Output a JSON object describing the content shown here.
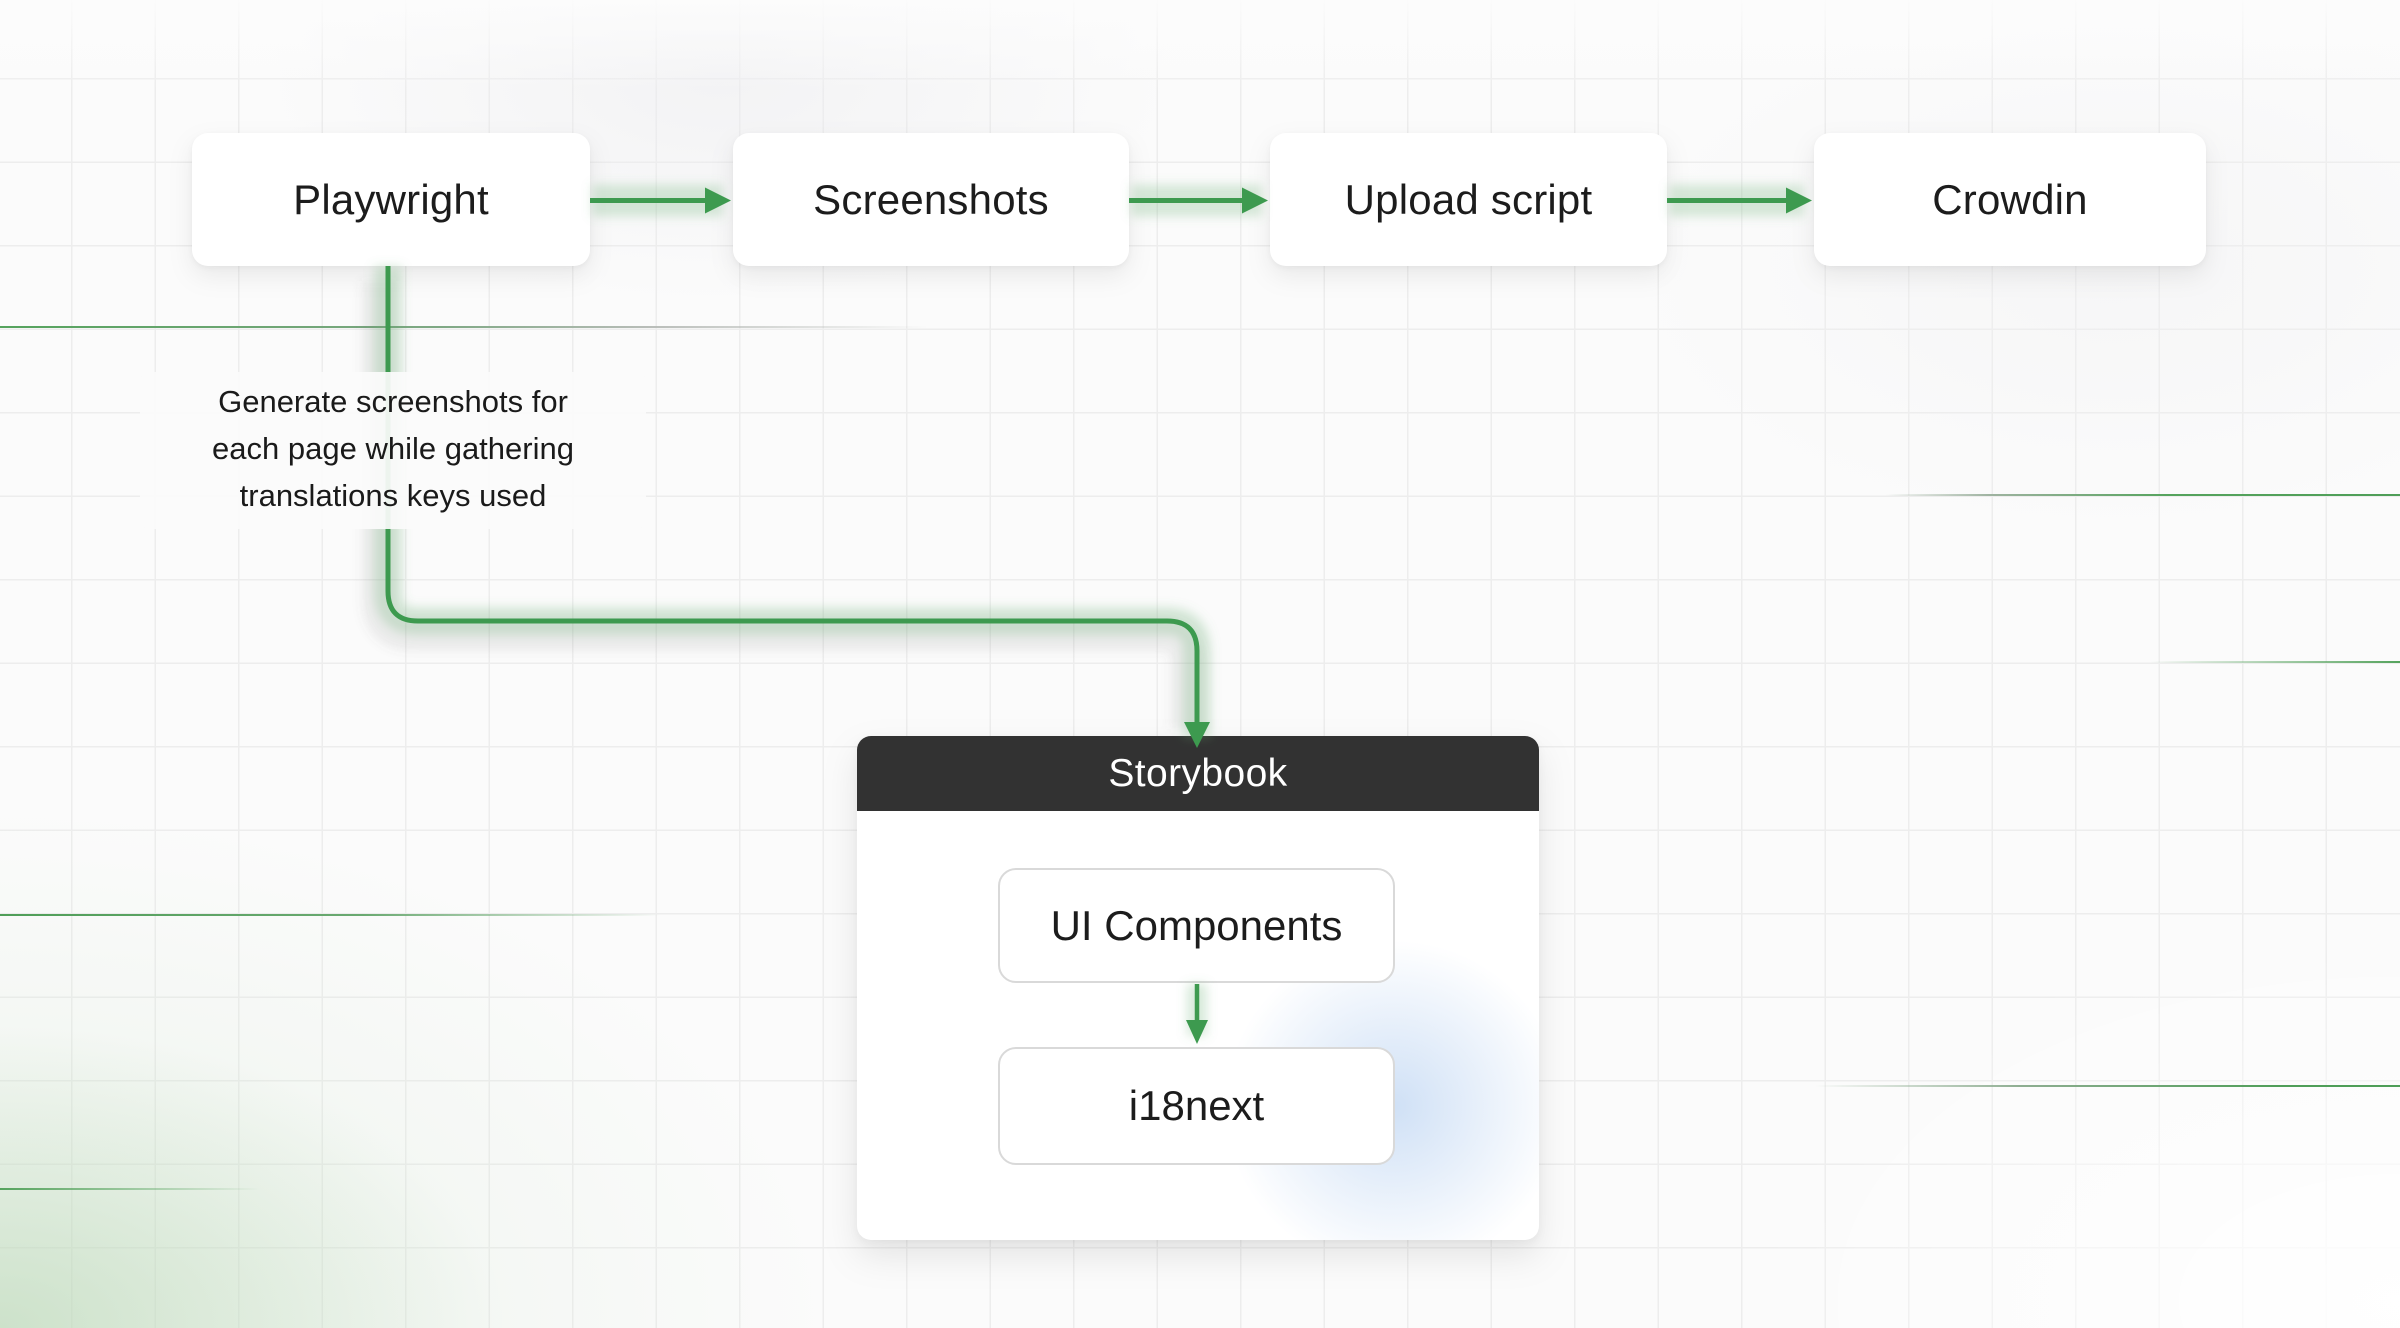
{
  "diagram": {
    "nodes": [
      {
        "id": "playwright",
        "label": "Playwright"
      },
      {
        "id": "screenshots",
        "label": "Screenshots"
      },
      {
        "id": "upload-script",
        "label": "Upload script"
      },
      {
        "id": "crowdin",
        "label": "Crowdin"
      }
    ],
    "annotation": {
      "lines": [
        "Generate screenshots for",
        "each page while gathering",
        "translations keys used"
      ]
    },
    "storybook": {
      "title": "Storybook",
      "children": [
        {
          "id": "ui-components",
          "label": "UI Components"
        },
        {
          "id": "i18next",
          "label": "i18next"
        }
      ]
    },
    "colors": {
      "arrow_green": "#3d9a4f",
      "header_dark": "#323232",
      "card_border": "#d9d9d9",
      "text": "#1c1c1c",
      "background": "#fbfbfb",
      "grid_line": "#ededed"
    }
  }
}
